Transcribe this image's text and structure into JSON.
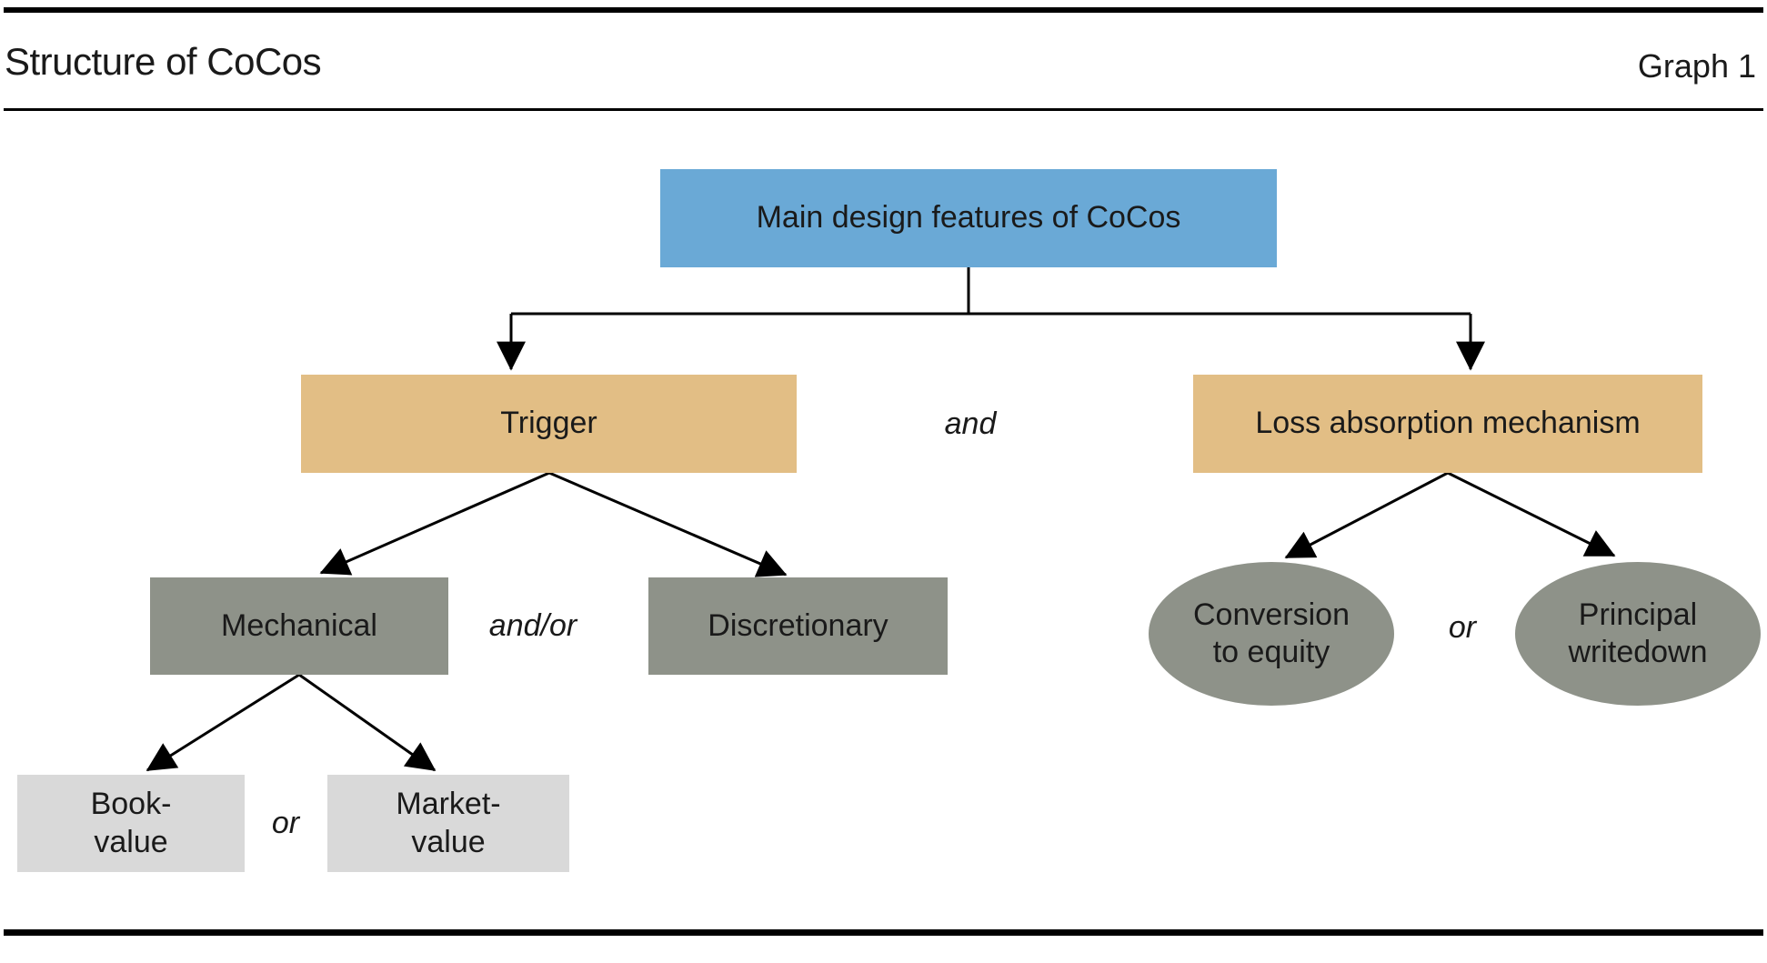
{
  "header": {
    "title": "Structure of CoCos",
    "graph_label": "Graph 1"
  },
  "colors": {
    "c-root": "#6aa9d6",
    "c-l1": "#e2be85",
    "c-l2": "#8e9289",
    "c-l3": "#d9d9d9",
    "c-line": "#000000",
    "c-text": "#1a1a1a"
  },
  "nodes": {
    "root": {
      "label": "Main design features of CoCos"
    },
    "trigger": {
      "label": "Trigger"
    },
    "loss": {
      "label": "Loss absorption mechanism"
    },
    "mechanical": {
      "label": "Mechanical"
    },
    "discretionary": {
      "label": "Discretionary"
    },
    "book": {
      "line1": "Book-",
      "line2": "value"
    },
    "market": {
      "line1": "Market-",
      "line2": "value"
    },
    "conversion": {
      "line1": "Conversion",
      "line2": "to equity"
    },
    "principal": {
      "line1": "Principal",
      "line2": "writedown"
    }
  },
  "operators": {
    "root_children": "and",
    "trigger_children": "and/or",
    "mechanical_children": "or",
    "loss_children": "or"
  }
}
